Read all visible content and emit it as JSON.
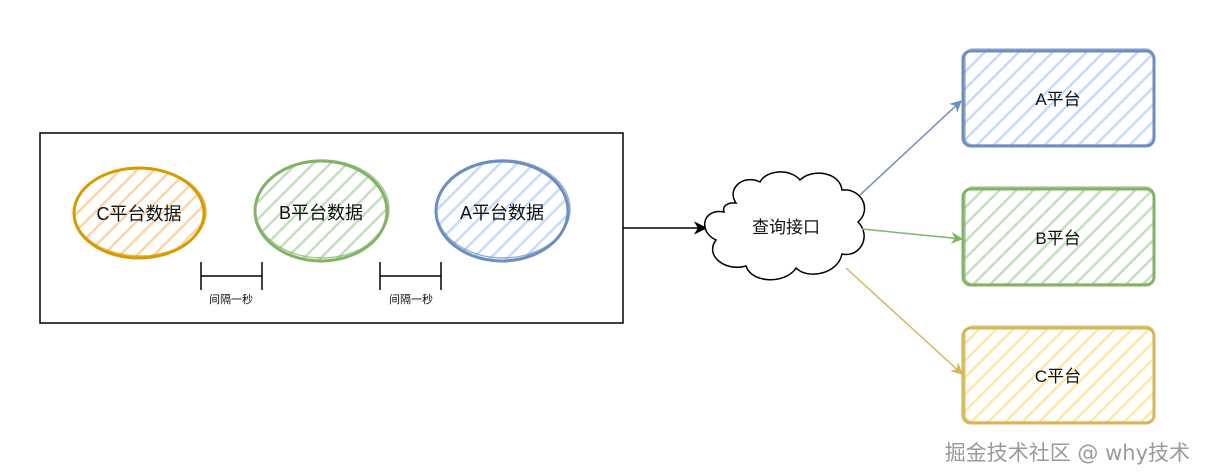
{
  "diagram": {
    "nodes": {
      "c_data": "C平台数据",
      "b_data": "B平台数据",
      "a_data": "A平台数据",
      "interval_1": "间隔一秒",
      "interval_2": "间隔一秒",
      "query": "查询接口",
      "platform_a": "A平台",
      "platform_b": "B平台",
      "platform_c": "C平台"
    },
    "colors": {
      "orange_stroke": "#d79b00",
      "orange_fill": "#ffe6cc",
      "green_stroke": "#82b366",
      "green_fill": "#d5e8d4",
      "blue_stroke": "#6c8ebf",
      "blue_fill": "#dae8fc",
      "yellow_stroke": "#d6b656",
      "yellow_fill": "#fff2cc"
    }
  },
  "watermark": "掘金技术社区 @ why技术"
}
